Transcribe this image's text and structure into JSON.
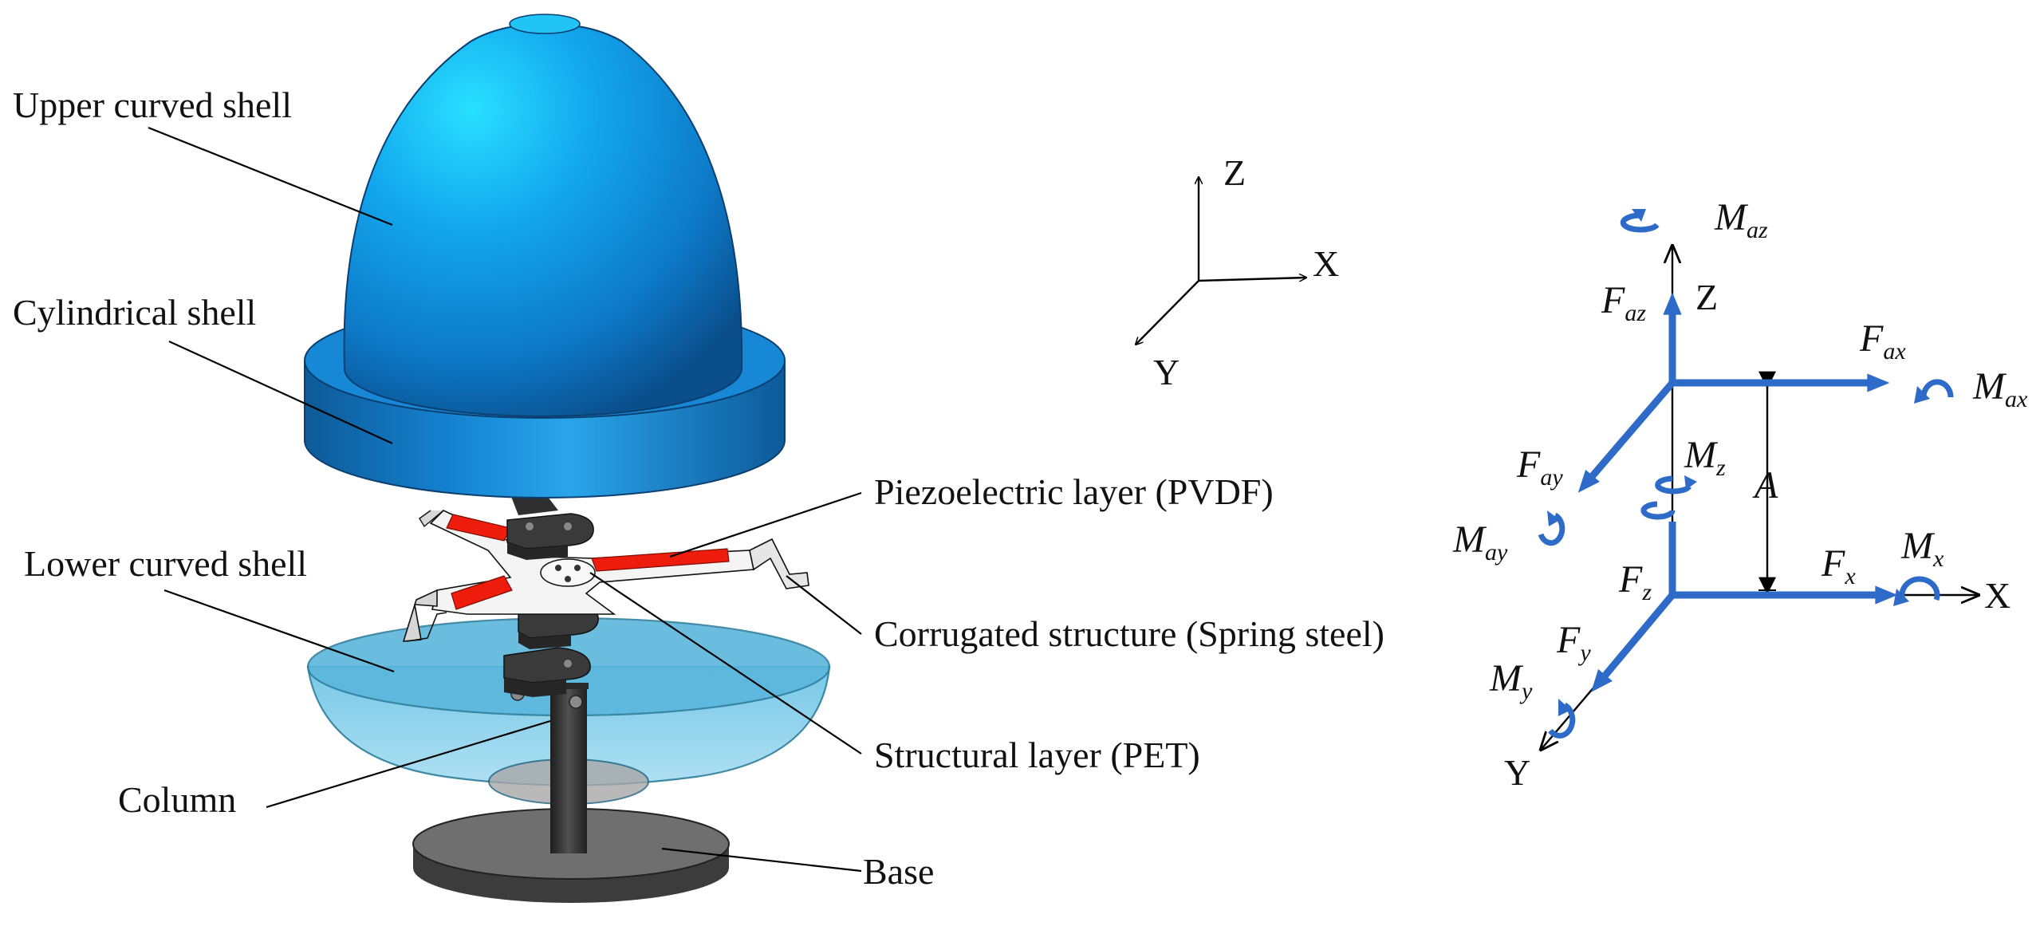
{
  "labels": {
    "upper_curved_shell": "Upper curved shell",
    "cylindrical_shell": "Cylindrical shell",
    "lower_curved_shell": "Lower curved shell",
    "column": "Column",
    "piezoelectric_layer": "Piezoelectric layer (PVDF)",
    "corrugated_structure": "Corrugated structure (Spring steel)",
    "structural_layer": "Structural layer (PET)",
    "base": "Base"
  },
  "axes_small": {
    "z": "Z",
    "x": "X",
    "y": "Y"
  },
  "axes_force": {
    "z": "Z",
    "x": "X",
    "y": "Y"
  },
  "symbols": {
    "maz": {
      "main": "M",
      "sub": "az"
    },
    "faz": {
      "main": "F",
      "sub": "az"
    },
    "fax": {
      "main": "F",
      "sub": "ax"
    },
    "max": {
      "main": "M",
      "sub": "ax"
    },
    "fay": {
      "main": "F",
      "sub": "ay"
    },
    "may": {
      "main": "M",
      "sub": "ay"
    },
    "mz": {
      "main": "M",
      "sub": "z"
    },
    "a": {
      "main": "A"
    },
    "fz": {
      "main": "F",
      "sub": "z"
    },
    "fx": {
      "main": "F",
      "sub": "x"
    },
    "mx": {
      "main": "M",
      "sub": "x"
    },
    "fy": {
      "main": "F",
      "sub": "y"
    },
    "my": {
      "main": "M",
      "sub": "y"
    }
  },
  "colors": {
    "shell_blue": "#1e90e0",
    "glass_blue": "#8fd0ea",
    "pvdf_red": "#ee1c0c",
    "dark_gray": "#3a3a3a",
    "force_blue": "#2e6bc9"
  }
}
